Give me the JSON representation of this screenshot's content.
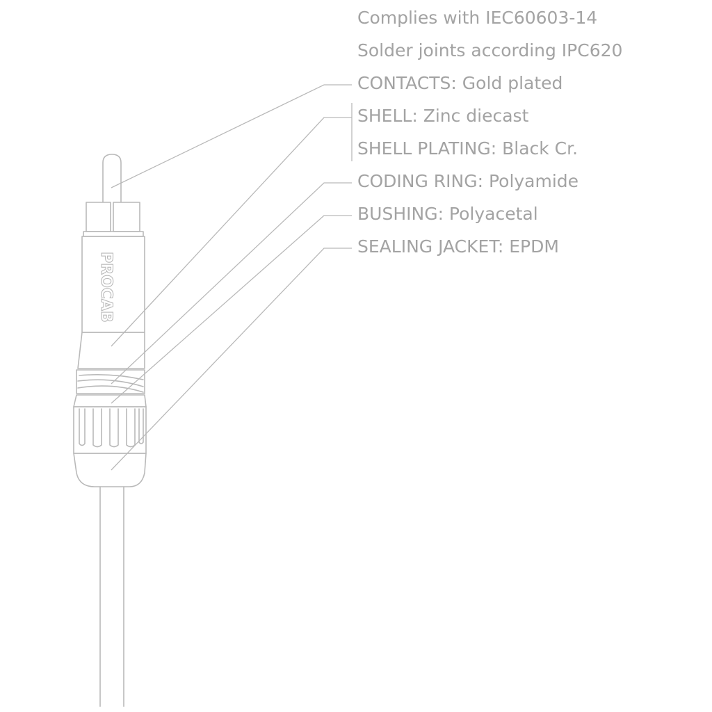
{
  "specs": {
    "standard": "Complies with IEC60603-14",
    "solder": "Solder joints according IPC620",
    "contacts": "CONTACTS: Gold plated",
    "shell": "SHELL: Zinc diecast",
    "shell_plating": "SHELL PLATING: Black Cr.",
    "coding_ring": "CODING RING: Polyamide",
    "bushing": "BUSHING: Polyacetal",
    "sealing_jacket": "SEALING JACKET: EPDM"
  },
  "logo": {
    "text": "PROCAB"
  },
  "colors": {
    "text": "#a3a3a3",
    "line": "#b9b9b9",
    "background": "#ffffff"
  }
}
